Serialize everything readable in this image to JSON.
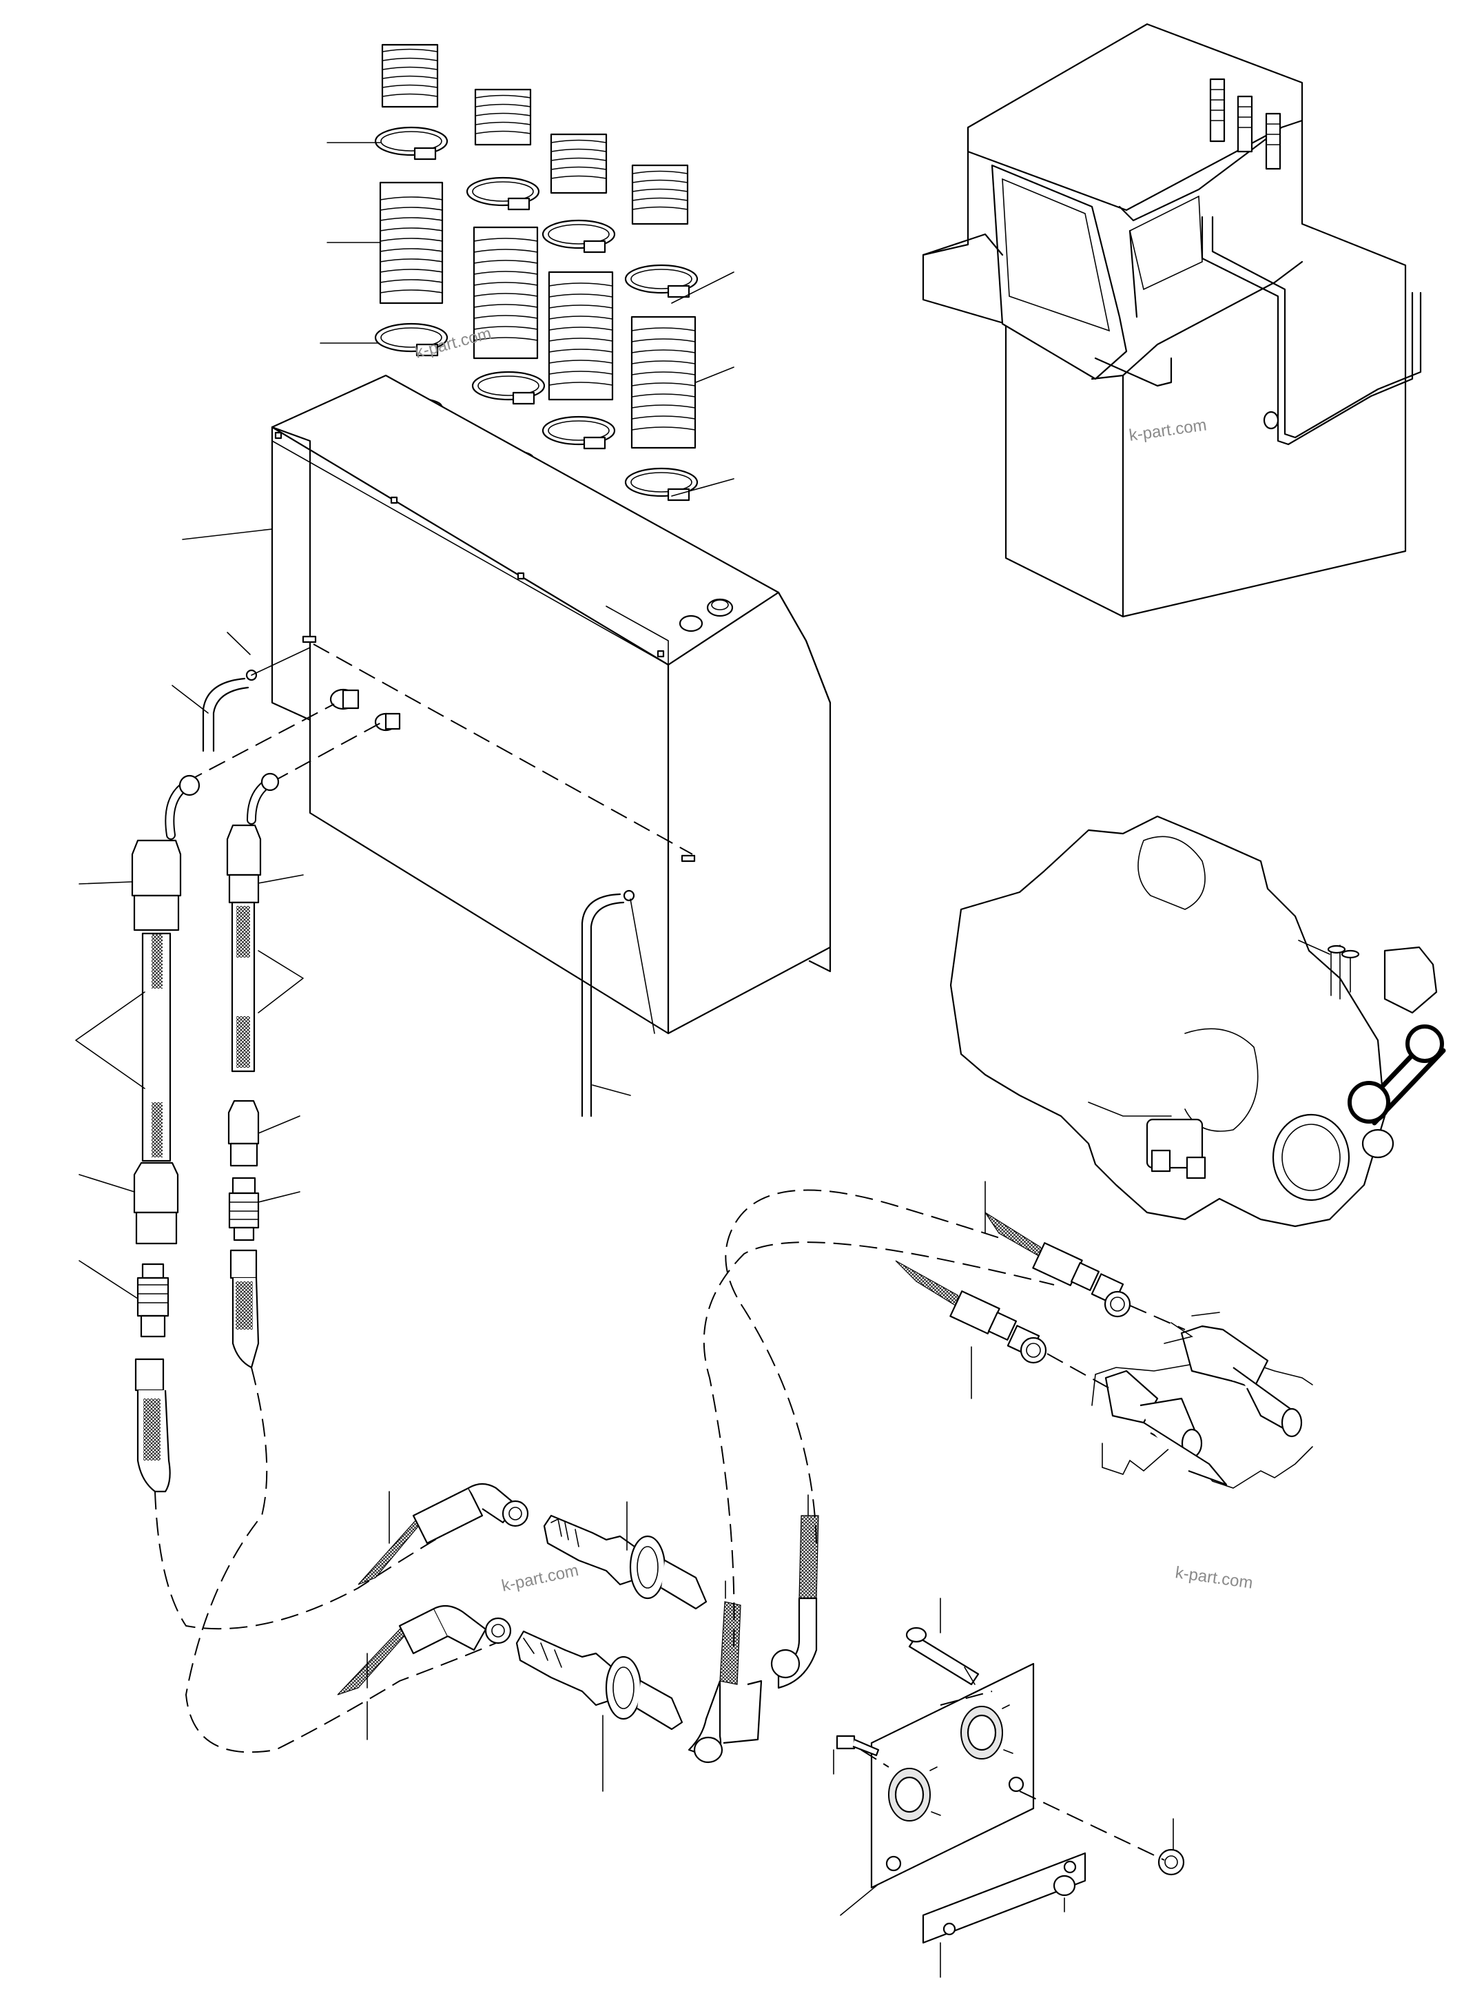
{
  "watermarks": [
    "k-part.com",
    "k-part.com",
    "k-part.com",
    "k-part.com"
  ],
  "colors": {
    "line": "#000000",
    "background": "#ffffff",
    "watermark": "#8a8a8a"
  },
  "components": [
    "hose-bellows",
    "hose-clamp",
    "intake-tube",
    "radiator-tank",
    "overflow-tube",
    "hydraulic-hose",
    "hose-fitting",
    "quick-coupler",
    "bulkhead-plate",
    "mounting-bolt",
    "hex-nut",
    "cab-assembly",
    "engine-assembly",
    "valve-block"
  ]
}
